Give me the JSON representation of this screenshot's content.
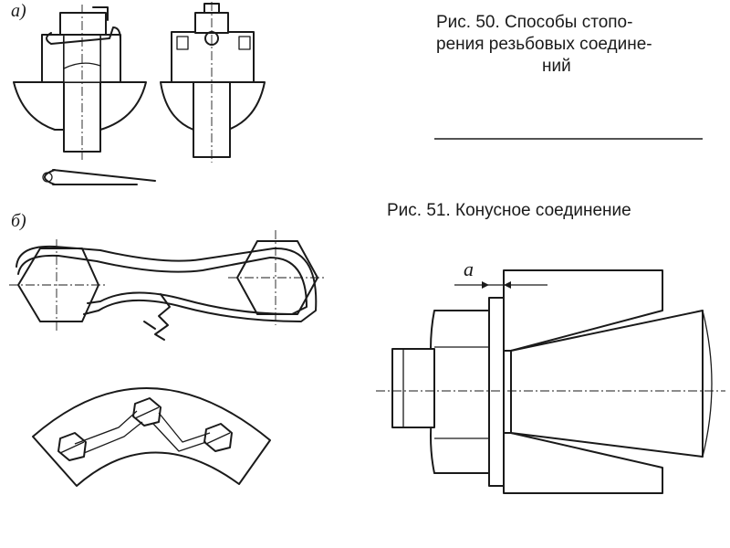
{
  "captions": {
    "fig50_line1": "Рис. 50. Способы стопо-",
    "fig50_line2": "рения резьбовых соедине-",
    "fig50_line3": "ний",
    "fig51": "Рис. 51. Конусное соединение"
  },
  "labels": {
    "label_a": "а)",
    "label_b": "б)",
    "dim_a": "a"
  }
}
